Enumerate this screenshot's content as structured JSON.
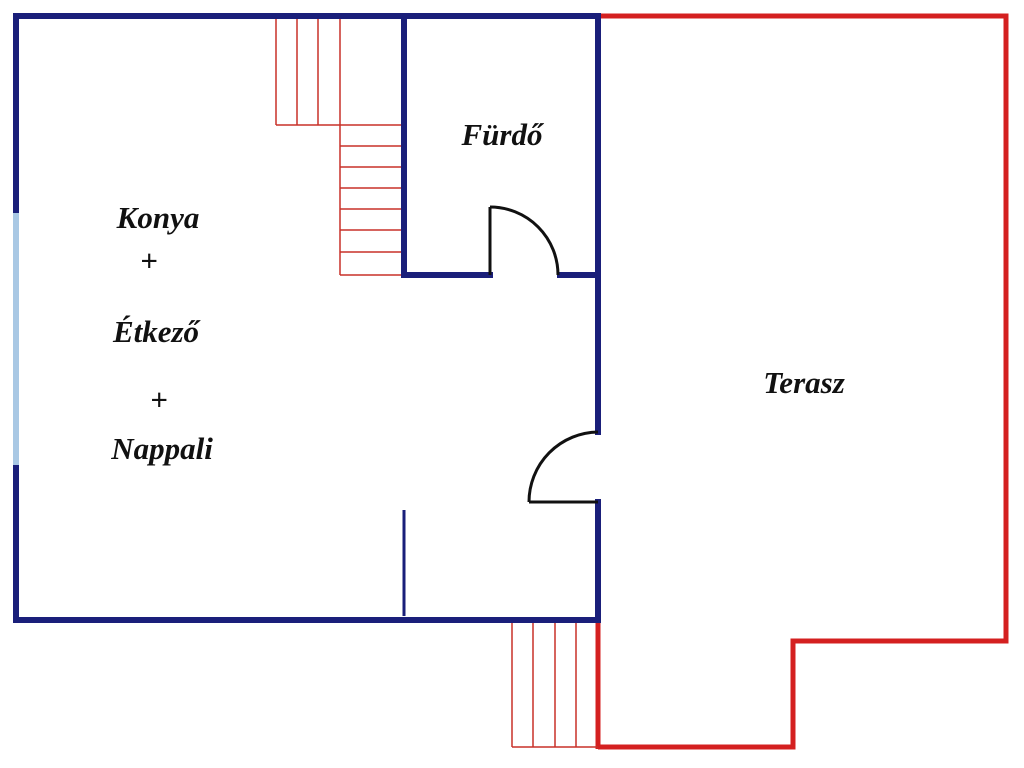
{
  "colors": {
    "interior_wall": "#1a1f7a",
    "terrace_outline": "#d42020",
    "stairs": "#c83028",
    "window": "#a9c8e4",
    "label": "#111111"
  },
  "rooms": {
    "kitchen_line1": "Konya",
    "kitchen_plus1": "+",
    "kitchen_line2": "Étkező",
    "kitchen_plus2": "+",
    "kitchen_line3": "Nappali",
    "bathroom": "Fürdő",
    "terrace": "Terasz"
  }
}
